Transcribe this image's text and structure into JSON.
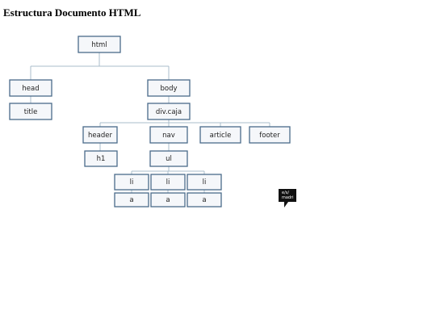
{
  "title": "Estructura Documento HTML",
  "nodes": {
    "html": "html",
    "head": "head",
    "body": "body",
    "title": "title",
    "divcaja": "div.caja",
    "header": "header",
    "nav": "nav",
    "article": "article",
    "footer": "footer",
    "h1": "h1",
    "ul": "ul",
    "li1": "li",
    "li2": "li",
    "li3": "li",
    "a1": "a",
    "a2": "a",
    "a3": "a"
  },
  "logo": {
    "line1": "e/s/",
    "line2": "madri"
  },
  "colors": {
    "node_border": "#4a6b8a",
    "node_fill": "#f5f7fa",
    "connector": "#a9bccb"
  }
}
